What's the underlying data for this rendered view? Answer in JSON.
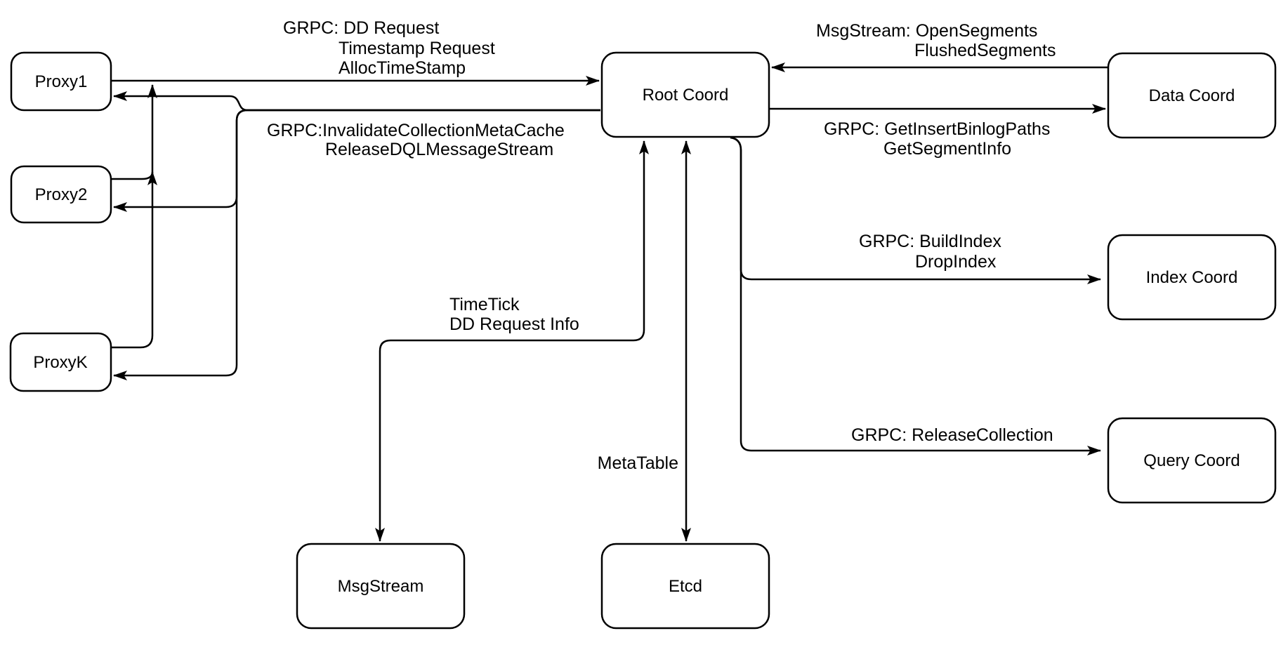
{
  "colors": {
    "background": "#ffffff",
    "stroke": "#000000",
    "text": "#000000"
  },
  "nodes": {
    "proxy1": {
      "label": "Proxy1"
    },
    "proxy2": {
      "label": "Proxy2"
    },
    "proxyk": {
      "label": "ProxyK"
    },
    "root_coord": {
      "label": "Root Coord"
    },
    "data_coord": {
      "label": "Data Coord"
    },
    "index_coord": {
      "label": "Index Coord"
    },
    "query_coord": {
      "label": "Query Coord"
    },
    "msgstream": {
      "label": "MsgStream"
    },
    "etcd": {
      "label": "Etcd"
    }
  },
  "edge_labels": {
    "proxies_to_root": [
      "GRPC: DD Request",
      "Timestamp Request",
      "AllocTimeStamp"
    ],
    "root_to_proxies": [
      "GRPC:InvalidateCollectionMetaCache",
      "ReleaseDQLMessageStream"
    ],
    "data_to_root": [
      "MsgStream: OpenSegments",
      "FlushedSegments"
    ],
    "root_to_data": [
      "GRPC: GetInsertBinlogPaths",
      "GetSegmentInfo"
    ],
    "root_to_index": [
      "GRPC: BuildIndex",
      "DropIndex"
    ],
    "root_to_query": [
      "GRPC: ReleaseCollection"
    ],
    "root_to_msgstream": [
      "TimeTick",
      "DD Request Info"
    ],
    "root_to_etcd": [
      "MetaTable"
    ]
  }
}
